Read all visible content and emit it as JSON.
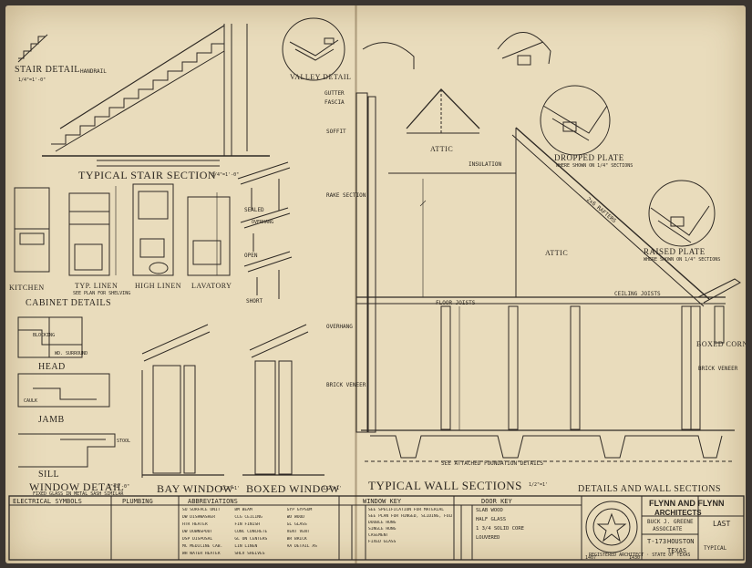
{
  "titles": {
    "stair_detail": "STAIR DETAIL",
    "stair_scale": "1/4\"=1'-0\"",
    "typical_stair_section": "TYPICAL STAIR SECTION",
    "typical_stair_scale": "3/4\"=1'-0\"",
    "valley_detail": "VALLEY DETAIL",
    "kitchen": "KITCHEN",
    "typ_linen": "TYP. LINEN",
    "typ_linen_sub": "SEE PLAN FOR SHELVING",
    "high_linen": "HIGH LINEN",
    "lavatory": "LAVATORY",
    "cabinet_details": "CABINET DETAILS",
    "head": "HEAD",
    "jamb": "JAMB",
    "sill": "SILL",
    "window_detail": "WINDOW DETAIL",
    "window_detail_scale": "3\"=1'-0\"",
    "window_detail_note": "FIXED GLASS IN METAL SASH SIMILAR",
    "bay_window": "BAY WINDOW",
    "bay_window_scale": "1/2\"=1'",
    "boxed_window": "BOXED WINDOW",
    "boxed_window_scale": "1/2\"=1'",
    "typical_wall_sections": "TYPICAL WALL SECTIONS",
    "typical_wall_scale": "1/2\"=1'",
    "dropped_plate": "DROPPED PLATE",
    "dropped_plate_note": "WHERE SHOWN ON 1/4\" SECTIONS",
    "raised_plate": "RAISED PLATE",
    "raised_plate_note": "WHERE SHOWN ON 1/4\" SECTIONS",
    "boxed_cornice": "BOXED CORNICE",
    "details_and_wall_sections": "DETAILS AND WALL SECTIONS",
    "attic": "ATTIC",
    "attic2": "ATTIC",
    "sealed": "SEALED",
    "open": "OPEN",
    "short": "SHORT",
    "foundation": "SEE ATTACHED FOUNDATION DETAILS",
    "handrail": "HANDRAIL",
    "insulation": "INSULATION",
    "brick_veneer": "BRICK VENEER",
    "ceiling_joists": "CEILING JOISTS",
    "floor_joists": "FLOOR JOISTS",
    "overhang": "OVERHANG",
    "blocking": "BLOCKING",
    "wd_surround": "WD. SURROUND",
    "caulk": "CAULK",
    "stool": "STOOL",
    "rake_section": "RAKE SECTION",
    "gutter": "GUTTER",
    "fascia": "FASCIA",
    "soffit": "SOFFIT",
    "rafters": "2x6 RAFTERS"
  },
  "legend": {
    "electrical_symbols": "ELECTRICAL SYMBOLS",
    "plumbing": "PLUMBING",
    "abbreviations": "ABBREVIATIONS",
    "window_key": "WINDOW KEY",
    "door_key": "DOOR KEY",
    "abbrev_items": [
      "SU  SURFACE UNIT",
      "DW  DISHWASHER",
      "HTR  HEATER",
      "DW  DOWNSPOUT",
      "DSP  DISPOSAL",
      "MC  MEDICINE CAB.",
      "WH  WATER HEATER",
      "BM  BEAM",
      "CLG  CEILING",
      "FIN  FINISH",
      "CONC  CONCRETE",
      "GL  ON CENTERS",
      "LIN  LINEN",
      "SHLV  SHELVES",
      "GYP  GYPSUM",
      "WD  WOOD",
      "GL  GLASS",
      "VENT  VENT",
      "BR  BRICK",
      "AA  DETAIL AS"
    ],
    "door_items": [
      "SLAB WOOD",
      "HALF GLASS",
      "1 3/4 SOLID CORE",
      "LOUVERED"
    ],
    "window_items": [
      "SEE SPECIFICATION FOR MATERIAL",
      "SEE PLAN FOR HINGED, SLIDING, FOLDING",
      "DOUBLE HUNG",
      "SINGLE HUNG",
      "CASEMENT",
      "FIXED GLASS"
    ]
  },
  "title_block": {
    "firm_line1": "FLYNN AND FLYNN",
    "firm_line2": "ARCHITECTS",
    "associate": "BUCK J. GREENE",
    "associate2": "ASSOCIATE",
    "sheet": "T-173",
    "city": "HOUSTON",
    "state": "TEXAS",
    "seal_text": "REGISTERED ARCHITECT · STATE OF TEXAS",
    "last": "LAST",
    "typical": "TYPICAL",
    "num_left": "1407",
    "num_right": "1430"
  }
}
